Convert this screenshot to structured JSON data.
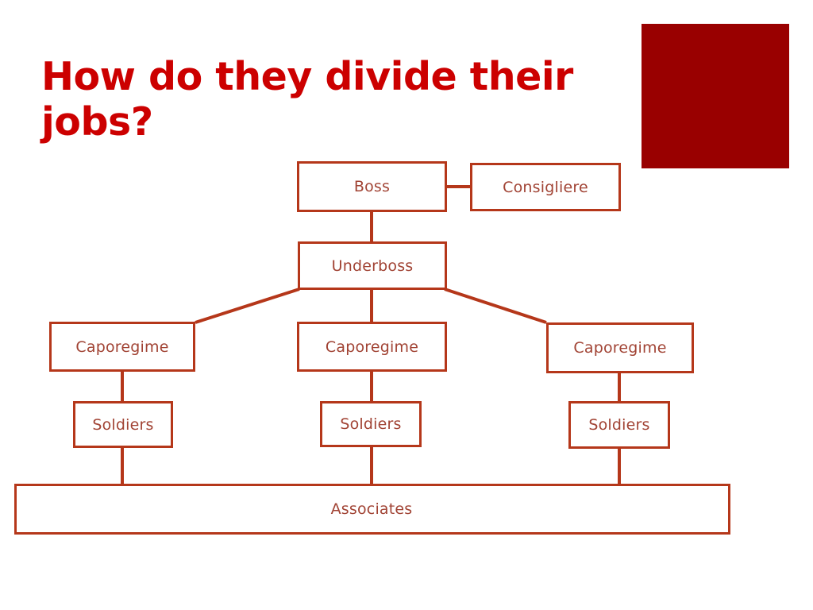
{
  "slide": {
    "title": "How do they divide their\njobs?",
    "title_color": "#CC0000",
    "background_color": "#FFFFFF",
    "accent_block_color": "#990000",
    "node_border_color": "#B5371A",
    "node_text_color": "#A14334",
    "connector_color": "#B5371A"
  },
  "org_chart": {
    "nodes": {
      "boss": {
        "label": "Boss"
      },
      "consigliere": {
        "label": "Consigliere"
      },
      "underboss": {
        "label": "Underboss"
      },
      "caporegime_left": {
        "label": "Caporegime"
      },
      "caporegime_center": {
        "label": "Caporegime"
      },
      "caporegime_right": {
        "label": "Caporegime"
      },
      "soldiers_left": {
        "label": "Soldiers"
      },
      "soldiers_center": {
        "label": "Soldiers"
      },
      "soldiers_right": {
        "label": "Soldiers"
      },
      "associates": {
        "label": "Associates"
      }
    }
  }
}
